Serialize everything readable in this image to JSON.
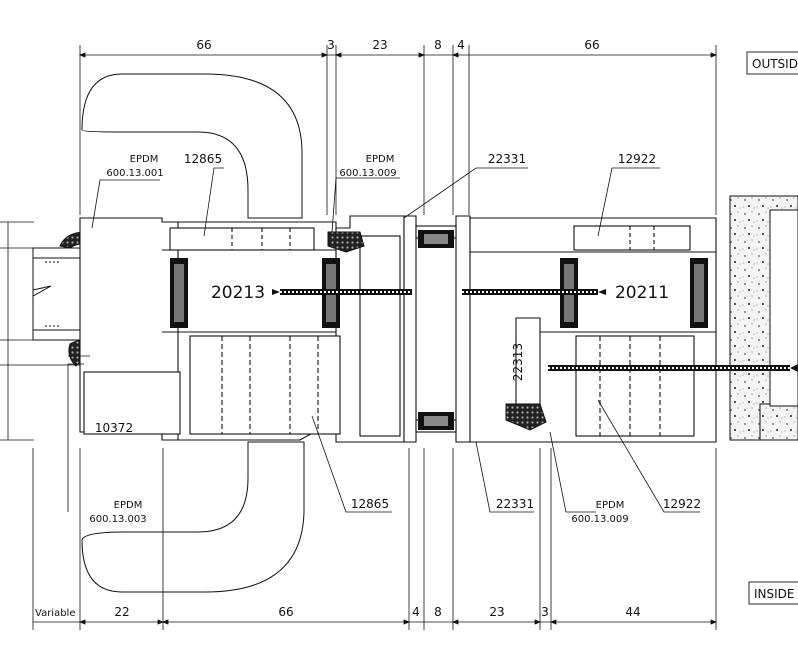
{
  "top_dimensions": [
    "66",
    "3",
    "23",
    "8",
    "4",
    "66"
  ],
  "bottom_dimensions": [
    "Variable",
    "22",
    "66",
    "4",
    "8",
    "23",
    "3",
    "44"
  ],
  "side_labels": {
    "outside": "OUTSIDE",
    "inside": "INSIDE"
  },
  "callouts": {
    "epdm_top_left_title": "EPDM",
    "epdm_top_left_code": "600.13.001",
    "p12865_top": "12865",
    "epdm_top_mid_title": "EPDM",
    "epdm_top_mid_code": "600.13.009",
    "p22331_top": "22331",
    "p12922_top": "12922",
    "p20213": "20213",
    "p20211": "20211",
    "p22313": "22313",
    "p10372": "10372",
    "epdm_bottom_left_title": "EPDM",
    "epdm_bottom_left_code": "600.13.003",
    "p12865_bottom": "12865",
    "p22331_bottom": "22331",
    "epdm_bottom_right_title": "EPDM",
    "epdm_bottom_right_code": "600.13.009",
    "p12922_bottom": "12922"
  }
}
